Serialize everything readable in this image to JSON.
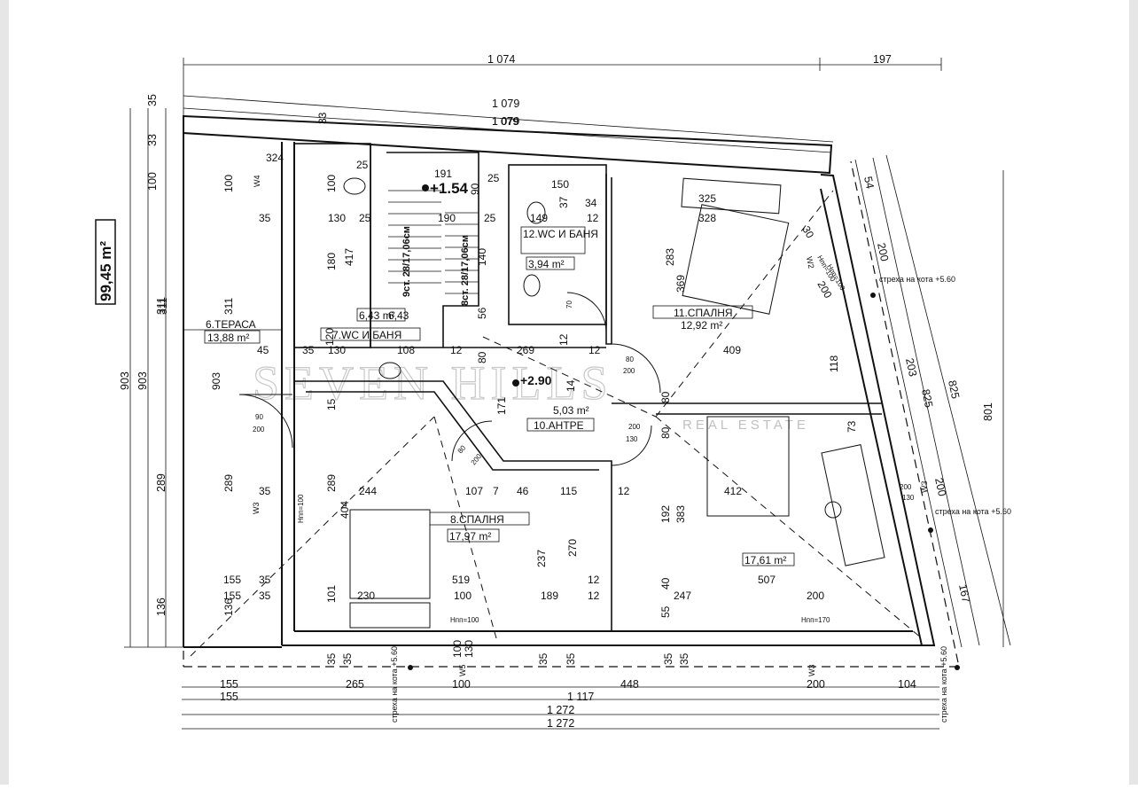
{
  "plan": {
    "total_area": "99,45 m²",
    "watermark": "SEVEN HILLS",
    "watermark_sub": "REAL ESTATE",
    "levels": {
      "stair_top": "+1.54",
      "landing": "+2.90"
    },
    "eaves": "стреха на кота +5.60",
    "rooms": [
      {
        "name": "6.ТЕРАСА",
        "area": "13,88 m²"
      },
      {
        "name": "7.WC И БАНЯ",
        "area": "6,43 m²"
      },
      {
        "name": "12.WC И БАНЯ",
        "area": "3,94 m²"
      },
      {
        "name": "11.СПАЛНЯ",
        "area": "12,92 m²"
      },
      {
        "name": "10.АНТРЕ",
        "area": "5,03 m²"
      },
      {
        "name": "8.СПАЛНЯ",
        "area": "17,97 m²"
      },
      {
        "name": "",
        "area": "17,61 m²"
      }
    ],
    "stairs": [
      "9ст. 28/17,06см",
      "8ст. 28/17,06см"
    ],
    "windows": [
      "W4",
      "W3",
      "W5",
      "W3",
      "W3",
      "W2"
    ],
    "top_dims": [
      "1 074",
      "197",
      "1 079",
      "1 079"
    ],
    "bottom_dims": [
      "155",
      "265",
      "100",
      "448",
      "200",
      "104",
      "155",
      "1 117",
      "1 272",
      "1 272"
    ],
    "left_dims": [
      "35",
      "33",
      "100",
      "311",
      "903",
      "903",
      "289",
      "136"
    ],
    "right_dims": [
      "54",
      "200",
      "203",
      "825",
      "825",
      "801",
      "200",
      "167"
    ],
    "inner_dims": [
      "1 079",
      "33",
      "324",
      "25",
      "191",
      "25",
      "150",
      "100",
      "100",
      "90",
      "37",
      "34",
      "325",
      "328",
      "35",
      "130",
      "25",
      "190",
      "25",
      "149",
      "12",
      "417",
      "140",
      "283",
      "369",
      "30",
      "200",
      "311",
      "311",
      "180",
      "56",
      "120",
      "6,43",
      "45",
      "35",
      "130",
      "108",
      "12",
      "269",
      "12",
      "409",
      "118",
      "80",
      "80",
      "80",
      "12",
      "15",
      "171",
      "14",
      "73",
      "903",
      "289",
      "289",
      "35",
      "244",
      "107",
      "7",
      "46",
      "115",
      "12",
      "412",
      "192",
      "383",
      "155",
      "155",
      "35",
      "35",
      "519",
      "189",
      "12",
      "247",
      "507",
      "200",
      "230",
      "100",
      "101",
      "136",
      "404",
      "237",
      "270",
      "40",
      "55",
      "12",
      "35",
      "35",
      "35",
      "35",
      "35",
      "35",
      "100",
      "130",
      "90",
      "200",
      "80",
      "200",
      "70",
      "80",
      "200",
      "200",
      "130",
      "200",
      "130",
      "Hпп=100",
      "Hпп=100",
      "Hпп=100",
      "Hпп=100",
      "Hпп=170"
    ]
  }
}
